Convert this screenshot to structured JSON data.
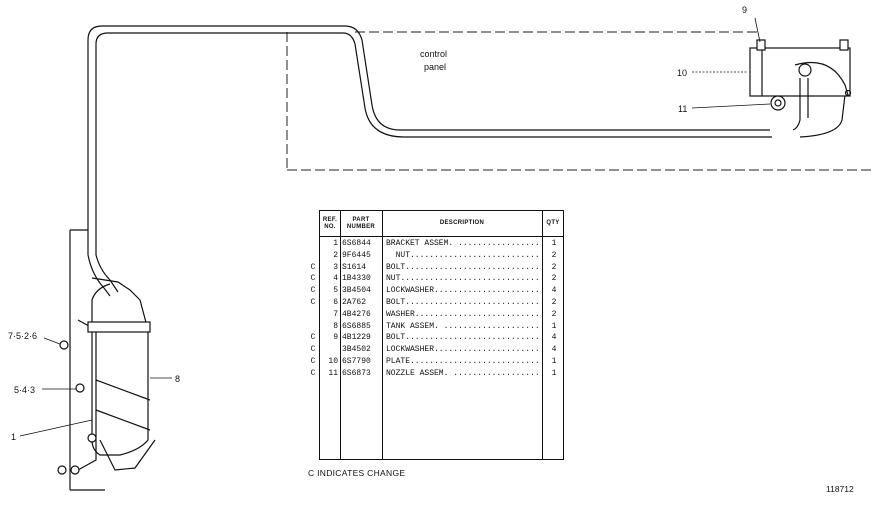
{
  "callouts": {
    "c9": "9",
    "c10": "10",
    "c11": "11",
    "c8": "8",
    "c1": "1",
    "c543": "5·4·3",
    "c7526": "7·5·2·6"
  },
  "panel_label": {
    "line1": "control",
    "line2": "panel"
  },
  "parts_table": {
    "headers": {
      "ref": "REF. NO.",
      "part": "PART NUMBER",
      "desc": "DESCRIPTION",
      "qty": "QTY"
    },
    "rows": [
      {
        "c": "",
        "ref": "1",
        "part": "6S6844",
        "desc": "BRACKET ASSEM. ........................",
        "qty": "1"
      },
      {
        "c": "",
        "ref": "2",
        "part": "9F6445",
        "desc": "  NUT.................................",
        "qty": "2"
      },
      {
        "c": "C",
        "ref": "3",
        "part": "S1614",
        "desc": "BOLT..................................",
        "qty": "2"
      },
      {
        "c": "C",
        "ref": "4",
        "part": "1B4330",
        "desc": "NUT...................................",
        "qty": "2"
      },
      {
        "c": "C",
        "ref": "5",
        "part": "3B4504",
        "desc": "LOCKWASHER............................",
        "qty": "4"
      },
      {
        "c": "C",
        "ref": "6",
        "part": "2A762",
        "desc": "BOLT..................................",
        "qty": "2"
      },
      {
        "c": "",
        "ref": "7",
        "part": "4B4276",
        "desc": "WASHER................................",
        "qty": "2"
      },
      {
        "c": "",
        "ref": "8",
        "part": "6S6885",
        "desc": "TANK ASSEM. ..........................",
        "qty": "1"
      },
      {
        "c": "C",
        "ref": "9",
        "part": "4B1229",
        "desc": "BOLT..................................",
        "qty": "4"
      },
      {
        "c": "C",
        "ref": "",
        "part": "3B4502",
        "desc": "LOCKWASHER............................",
        "qty": "4"
      },
      {
        "c": "C",
        "ref": "10",
        "part": "6S7790",
        "desc": "PLATE.................................",
        "qty": "1"
      },
      {
        "c": "C",
        "ref": "11",
        "part": "6S6873",
        "desc": "NOZZLE ASSEM. ........................",
        "qty": "1"
      }
    ]
  },
  "legend": "C INDICATES CHANGE",
  "figure_number": "118712"
}
